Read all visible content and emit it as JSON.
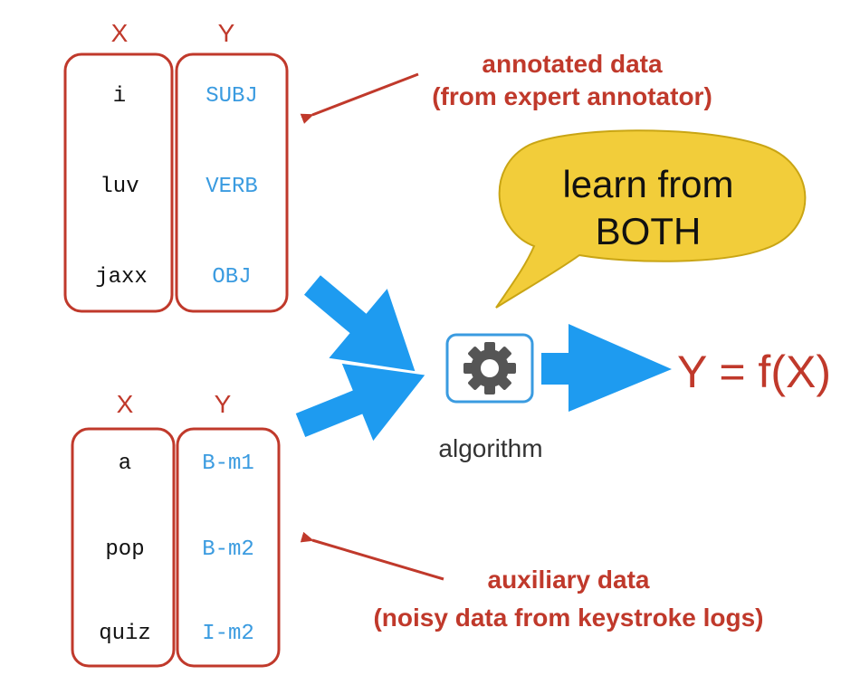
{
  "colors": {
    "red": "#c0392b",
    "blue": "#3a9be0",
    "arrow_blue": "#1e9bf0",
    "bubble_fill": "#f2cd3a",
    "bubble_stroke": "#c9a514",
    "text_dark": "#111111",
    "gray_text": "#333333",
    "gear": "#555555"
  },
  "top_table": {
    "x_header": "X",
    "y_header": "Y",
    "rows": [
      {
        "x": "i",
        "y": "SUBJ"
      },
      {
        "x": "luv",
        "y": "VERB"
      },
      {
        "x": "jaxx",
        "y": "OBJ"
      }
    ]
  },
  "bottom_table": {
    "x_header": "X",
    "y_header": "Y",
    "rows": [
      {
        "x": "a",
        "y": "B-m1"
      },
      {
        "x": "pop",
        "y": "B-m2"
      },
      {
        "x": "quiz",
        "y": "I-m2"
      }
    ]
  },
  "annotations": {
    "annotated_line1": "annotated data",
    "annotated_line2": "(from expert annotator)",
    "auxiliary_line1": "auxiliary data",
    "auxiliary_line2": "(noisy data from keystroke logs)"
  },
  "bubble": {
    "line1": "learn from",
    "line2": "BOTH"
  },
  "algorithm": {
    "label": "algorithm",
    "icon": "gear-icon"
  },
  "output": {
    "formula": "Y = f(X)"
  }
}
